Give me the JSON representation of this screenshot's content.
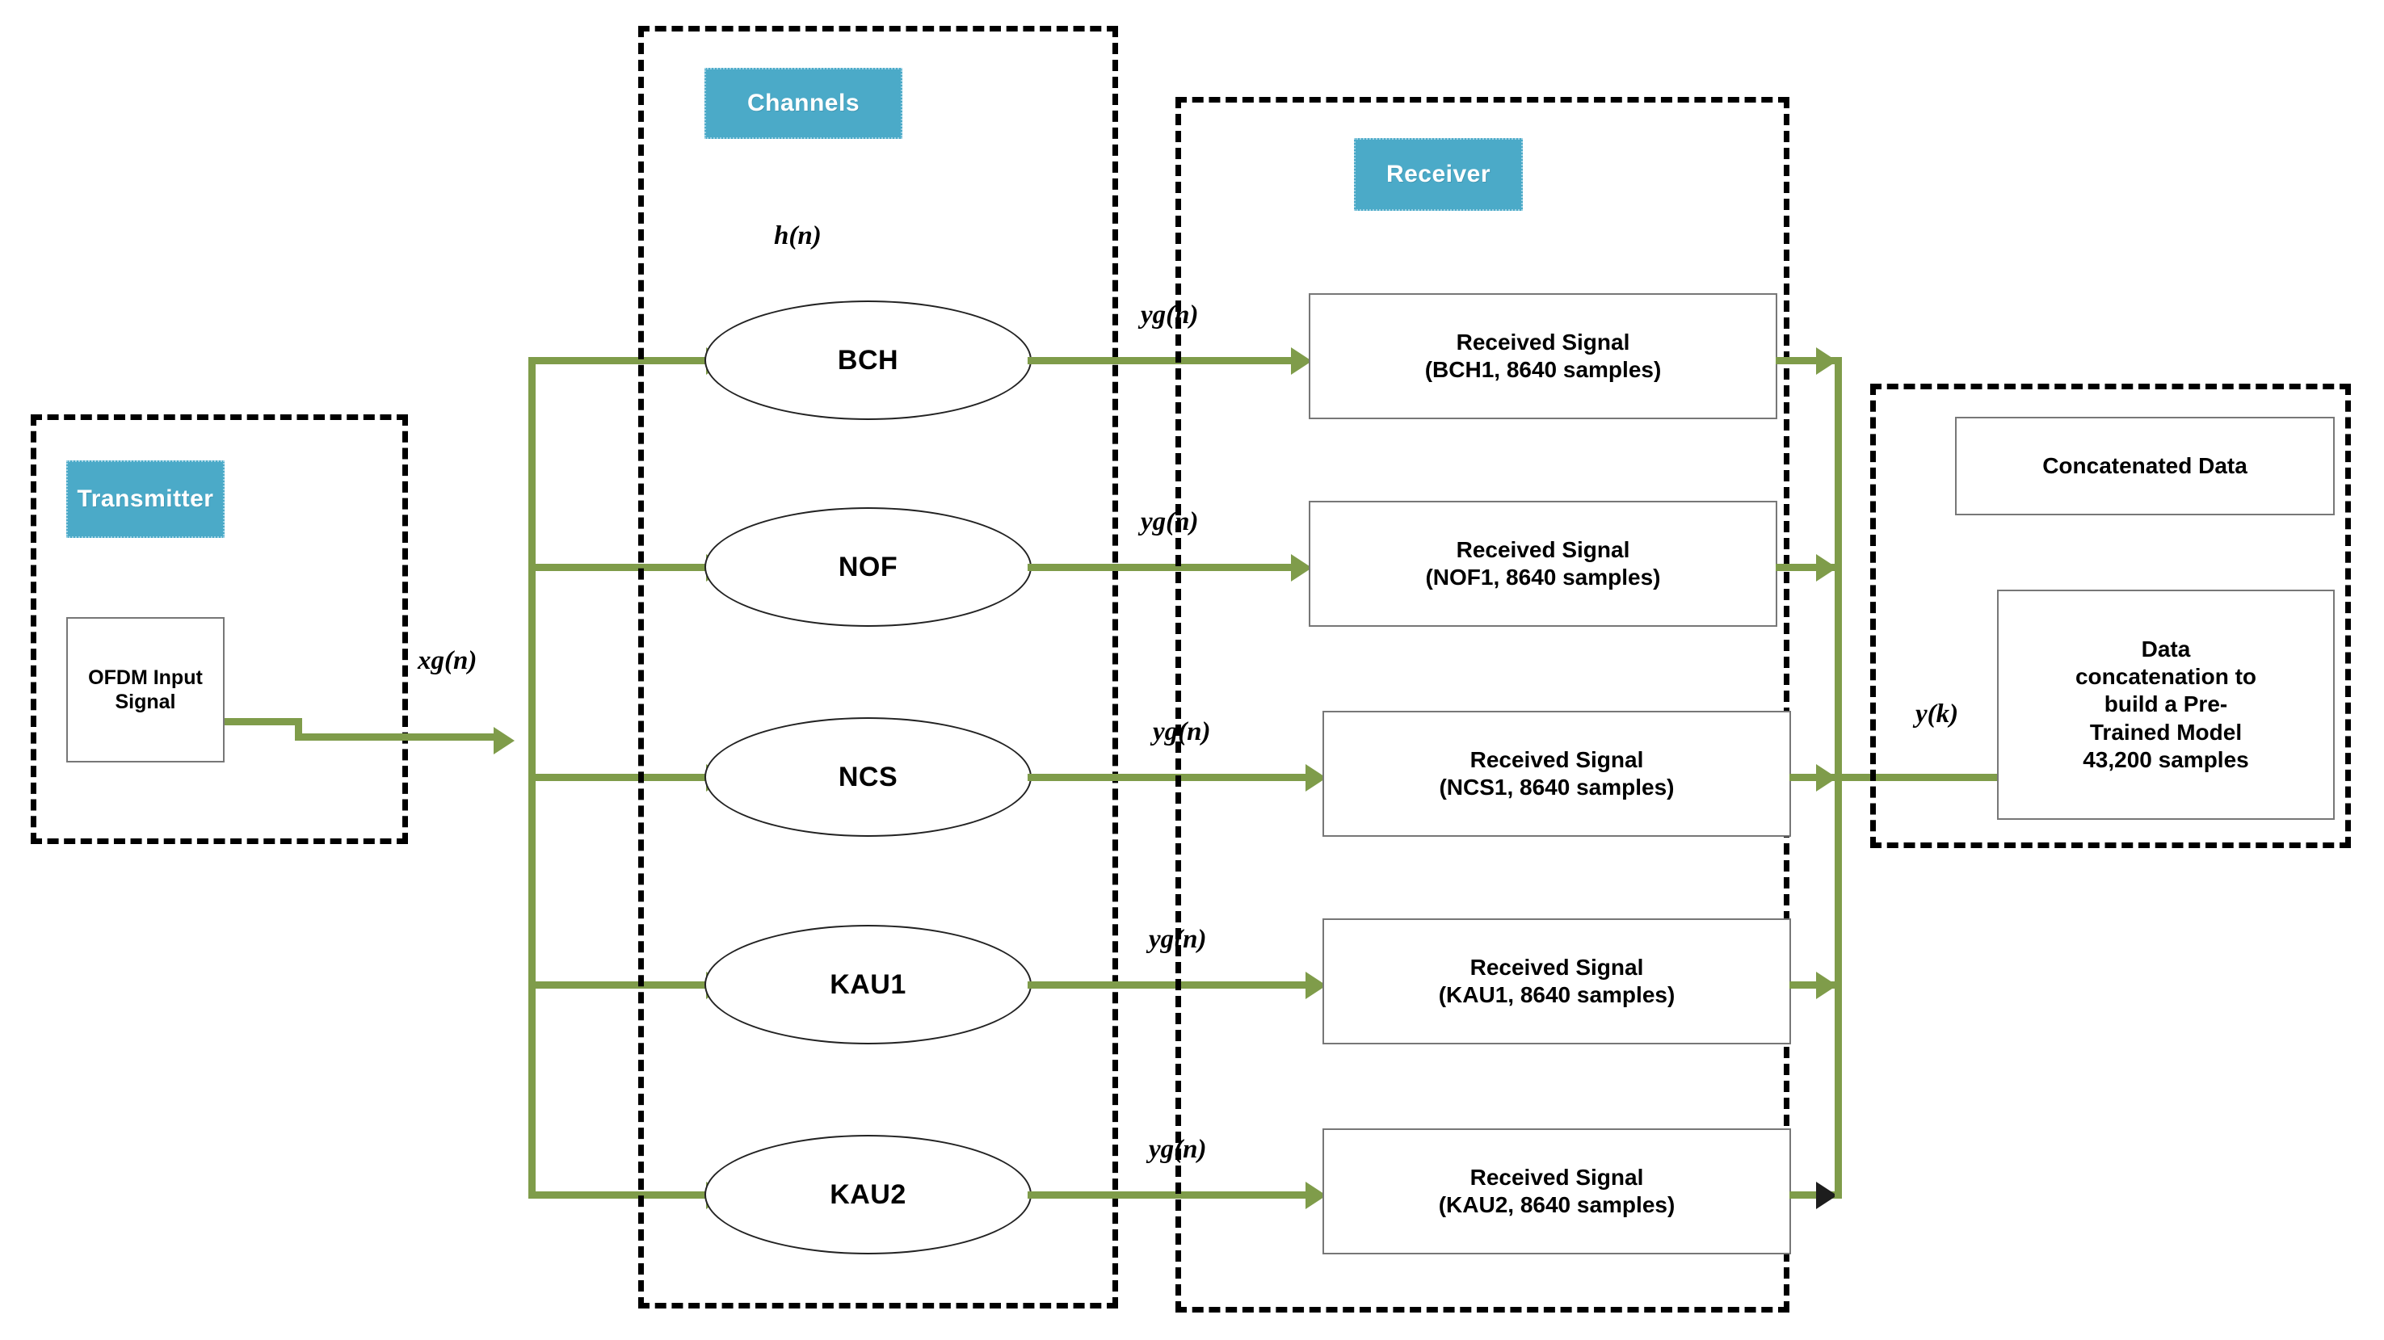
{
  "diagram": {
    "title": "OFDM multi-channel data generation pipeline",
    "colors": {
      "accent_teal": "#4BAAC8",
      "connector_green": "#7F9C4A",
      "container_border": "#000000",
      "box_border": "#777777"
    }
  },
  "transmitter": {
    "chip_label": "Transmitter",
    "input_box": "OFDM Input\nSignal",
    "output_signal_label": "xg(n)"
  },
  "channels": {
    "chip_label": "Channels",
    "impulse_response_label": "h(n)",
    "items": [
      {
        "label": "BCH"
      },
      {
        "label": "NOF"
      },
      {
        "label": "NCS"
      },
      {
        "label": "KAU1"
      },
      {
        "label": "KAU2"
      }
    ]
  },
  "receiver": {
    "chip_label": "Receiver",
    "signal_label": "yg(n)",
    "boxes": [
      {
        "text": "Received Signal\n(BCH1, 8640 samples)"
      },
      {
        "text": "Received Signal\n(NOF1, 8640 samples)"
      },
      {
        "text": "Received Signal\n(NCS1, 8640 samples)"
      },
      {
        "text": "Received Signal\n(KAU1, 8640 samples)"
      },
      {
        "text": "Received Signal\n(KAU2, 8640 samples)"
      }
    ]
  },
  "concatenated": {
    "title_box": "Concatenated Data",
    "signal_label": "y(k)",
    "body_box": "Data\nconcatenation to\nbuild a Pre-\nTrained Model\n43,200 samples"
  }
}
